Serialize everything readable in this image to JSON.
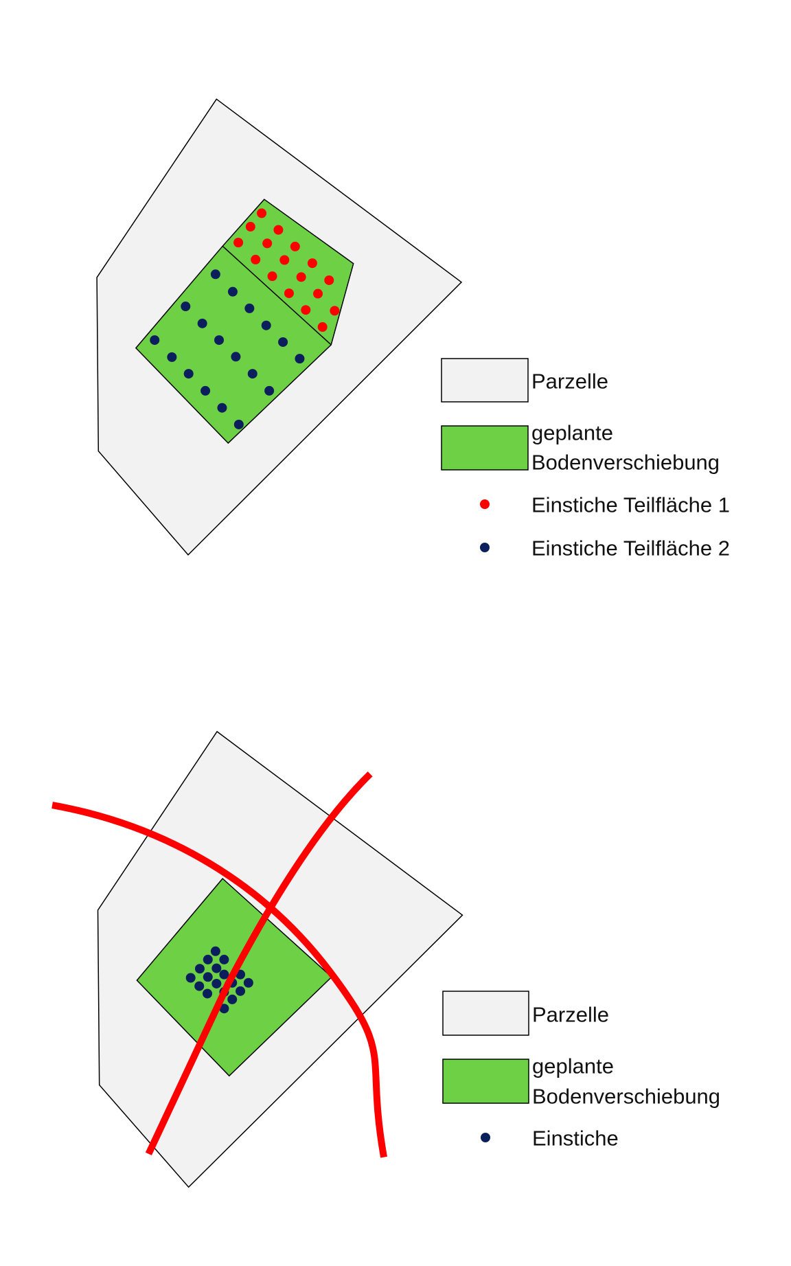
{
  "panel_top": {
    "legend": {
      "parcel": "Parzelle",
      "planned_line1": "geplante",
      "planned_line2": "Bodenverschiebung",
      "points_area1": "Einstiche Teilfläche 1",
      "points_area2": "Einstiche Teilfläche 2"
    }
  },
  "panel_bottom": {
    "legend": {
      "parcel": "Parzelle",
      "planned_line1": "geplante",
      "planned_line2": "Bodenverschiebung",
      "points": "Einstiche"
    }
  },
  "colors": {
    "parcel": "#f2f2f2",
    "planned": "#6dd045",
    "area1_points": "#ff0000",
    "area2_points": "#0b1f5c",
    "cross_lines": "#ff0000"
  }
}
